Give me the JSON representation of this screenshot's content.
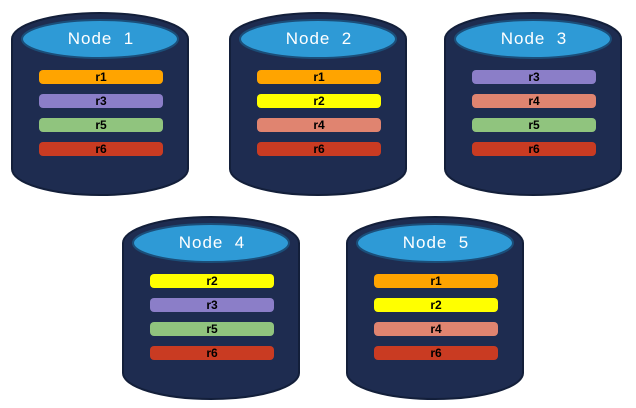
{
  "diagram": {
    "background": "#ffffff",
    "node_body_color": "#1e2c50",
    "node_outline_color": "#131f3a",
    "node_top_color": "#2e9ad6",
    "node_top_outline_color": "#1b4e79",
    "title_color": "#ffffff",
    "bar_text_color": "#000000"
  },
  "replica_colors": {
    "r1": "#ffa400",
    "r2": "#ffff00",
    "r3": "#8b7ec8",
    "r4": "#e08470",
    "r5": "#90c47e",
    "r6": "#c93b22"
  },
  "nodes": [
    {
      "title": "Node  1",
      "replicas": [
        "r1",
        "r3",
        "r5",
        "r6"
      ]
    },
    {
      "title": "Node  2",
      "replicas": [
        "r1",
        "r2",
        "r4",
        "r6"
      ]
    },
    {
      "title": "Node  3",
      "replicas": [
        "r3",
        "r4",
        "r5",
        "r6"
      ]
    },
    {
      "title": "Node  4",
      "replicas": [
        "r2",
        "r3",
        "r5",
        "r6"
      ]
    },
    {
      "title": "Node  5",
      "replicas": [
        "r1",
        "r2",
        "r4",
        "r6"
      ]
    }
  ]
}
